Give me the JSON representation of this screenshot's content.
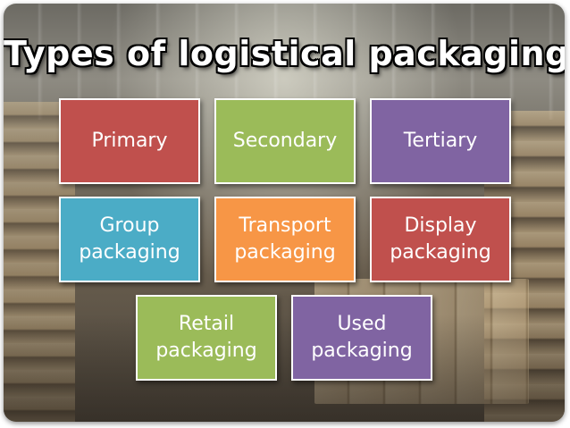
{
  "title": "Types of logistical packaging",
  "tiles": [
    {
      "label": "Primary",
      "color": "#c0504d"
    },
    {
      "label": "Secondary",
      "color": "#9bbb59"
    },
    {
      "label": "Tertiary",
      "color": "#8064a2"
    },
    {
      "label": "Group\npackaging",
      "color": "#4bacc6"
    },
    {
      "label": "Transport\npackaging",
      "color": "#f79646"
    },
    {
      "label": "Display\npackaging",
      "color": "#c0504d"
    },
    {
      "label": "Retail\npackaging",
      "color": "#9bbb59"
    },
    {
      "label": "Used\npackaging",
      "color": "#8064a2"
    }
  ]
}
